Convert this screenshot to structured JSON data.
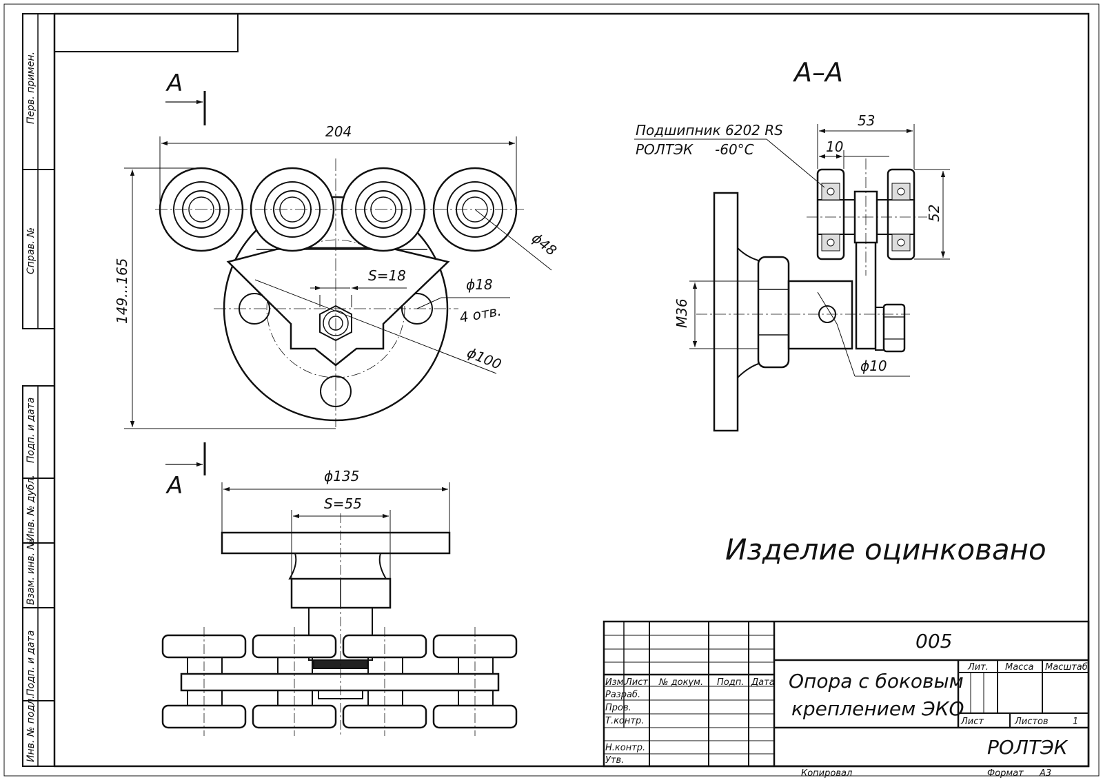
{
  "side_columns": [
    "Перв. примен.",
    "Справ. №",
    "Подп. и дата",
    "Инв. № дубл.",
    "Взам. инв. №",
    "Подп. и дата",
    "Инв. № подл."
  ],
  "section_marks": {
    "top": "А",
    "bottom": "А",
    "section_title": "А–А"
  },
  "front_view": {
    "dim_width": "204",
    "dim_height": "149...165",
    "dim_wheel": "ϕ48",
    "dim_hole": "ϕ18",
    "dim_holes_count": "4 отв.",
    "dim_bolt_circle": "ϕ100",
    "dim_nut": "S=18"
  },
  "bottom_view": {
    "dim_plate": "ϕ135",
    "dim_nut": "S=55"
  },
  "section_view": {
    "bearing_line1": "Подшипник 6202 RS",
    "bearing_line2": "РОЛТЭК     -60°С",
    "dim_width": "53",
    "dim_bearing": "10",
    "dim_height": "52",
    "dim_thread": "М36",
    "dim_hole": "ϕ10"
  },
  "note": "Изделие оцинковано",
  "title_block": {
    "designation": "005",
    "name_line1": "Опора с боковым",
    "name_line2": "креплением ЭКО",
    "col_izm": "Изм.",
    "col_list": "Лист",
    "col_doc": "№ докум.",
    "col_sign": "Подп.",
    "col_date": "Дата",
    "row_razrab": "Разраб.",
    "row_prov": "Пров.",
    "row_tkontr": "Т.контр.",
    "row_nkontr": "Н.контр.",
    "row_utv": "Утв.",
    "lit": "Лит.",
    "massa": "Масса",
    "masshtab": "Масштаб",
    "sheet": "Лист",
    "sheets": "Листов",
    "sheets_value": "1",
    "company": "РОЛТЭК",
    "copied": "Копировал",
    "format": "Формат",
    "format_value": "А3"
  }
}
